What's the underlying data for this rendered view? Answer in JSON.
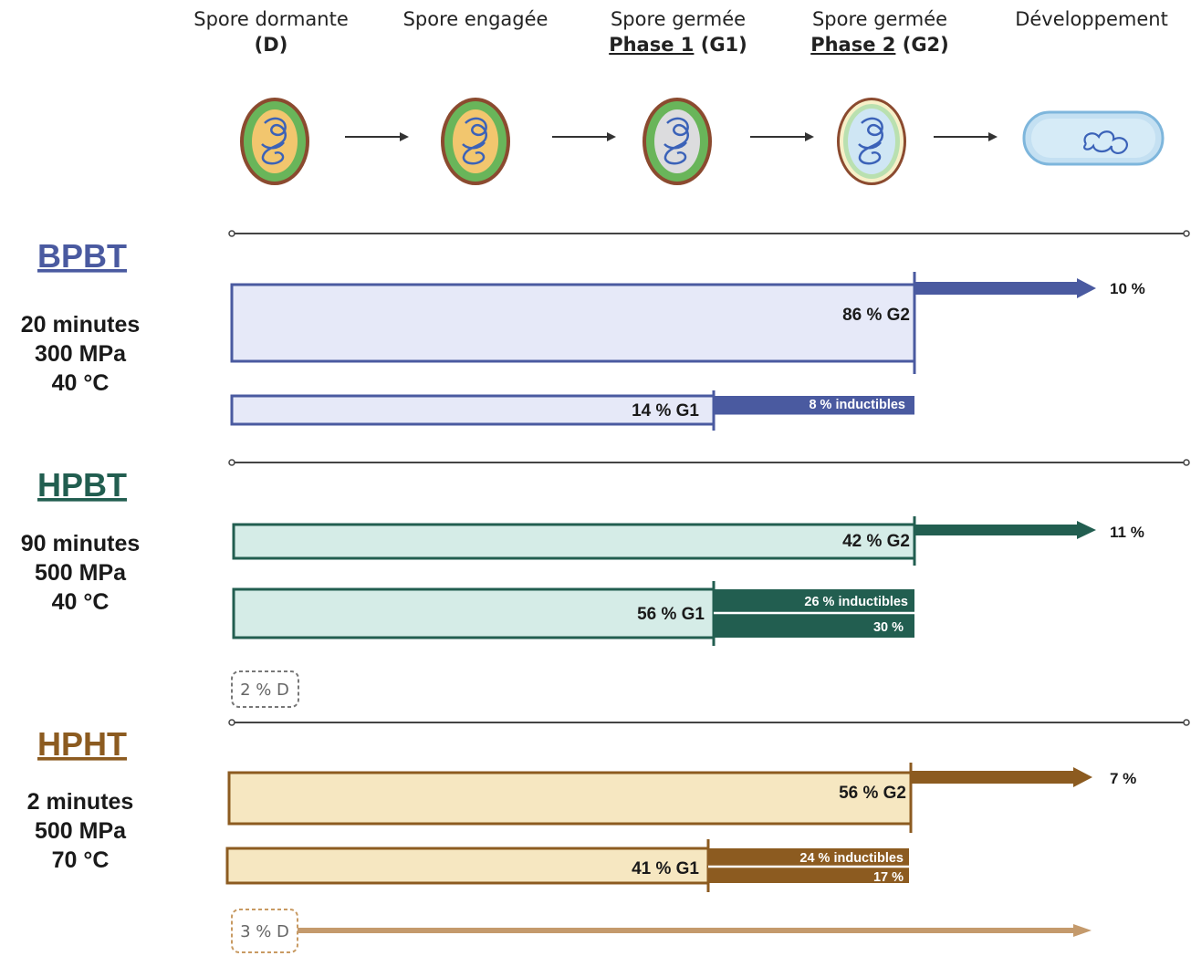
{
  "stages": [
    {
      "line1": "Spore dormante",
      "line2_underlined": "",
      "line2_rest": "(D)"
    },
    {
      "line1": "Spore engagée",
      "line2_underlined": "",
      "line2_rest": ""
    },
    {
      "line1": "Spore germée",
      "line2_underlined": "Phase 1",
      "line2_rest": " (G1)"
    },
    {
      "line1": "Spore germée",
      "line2_underlined": "Phase 2",
      "line2_rest": " (G2)"
    },
    {
      "line1": "Développement",
      "line2_underlined": "",
      "line2_rest": ""
    }
  ],
  "treatments": [
    {
      "id": "bpbt",
      "title": "BPBT",
      "params": [
        "20 minutes",
        "300 MPa",
        "40 °C"
      ],
      "color": "#4a5aa0",
      "fill": "#e6e9f8",
      "g2": {
        "label": "86 % G2",
        "value": 86
      },
      "arrow": {
        "label": "10 %",
        "value": 10
      },
      "g1": {
        "label": "14 % G1",
        "value": 14
      },
      "inducible": {
        "label": "8 % inductibles",
        "value": 8
      },
      "non_inducible": null,
      "dormant": null
    },
    {
      "id": "hpbt",
      "title": "HPBT",
      "params": [
        "90 minutes",
        "500 MPa",
        "40 °C"
      ],
      "color": "#225e50",
      "fill": "#d5ece7",
      "g2": {
        "label": "42 % G2",
        "value": 42
      },
      "arrow": {
        "label": "11 %",
        "value": 11
      },
      "g1": {
        "label": "56 % G1",
        "value": 56
      },
      "inducible": {
        "label": "26 % inductibles",
        "value": 26
      },
      "non_inducible": {
        "label": "30 %",
        "value": 30
      },
      "dormant": {
        "label": "2 % D",
        "value": 2
      }
    },
    {
      "id": "hpht",
      "title": "HPHT",
      "params": [
        "2 minutes",
        "500 MPa",
        "70 °C"
      ],
      "color": "#8c5b20",
      "fill": "#f6e7c1",
      "g2": {
        "label": "56 % G2",
        "value": 56
      },
      "arrow": {
        "label": "7 %",
        "value": 7
      },
      "g1": {
        "label": "41 % G1",
        "value": 41
      },
      "inducible": {
        "label": "24 % inductibles",
        "value": 24
      },
      "non_inducible": {
        "label": "17 %",
        "value": 17
      },
      "dormant": {
        "label": "3 % D",
        "value": 3
      }
    }
  ]
}
